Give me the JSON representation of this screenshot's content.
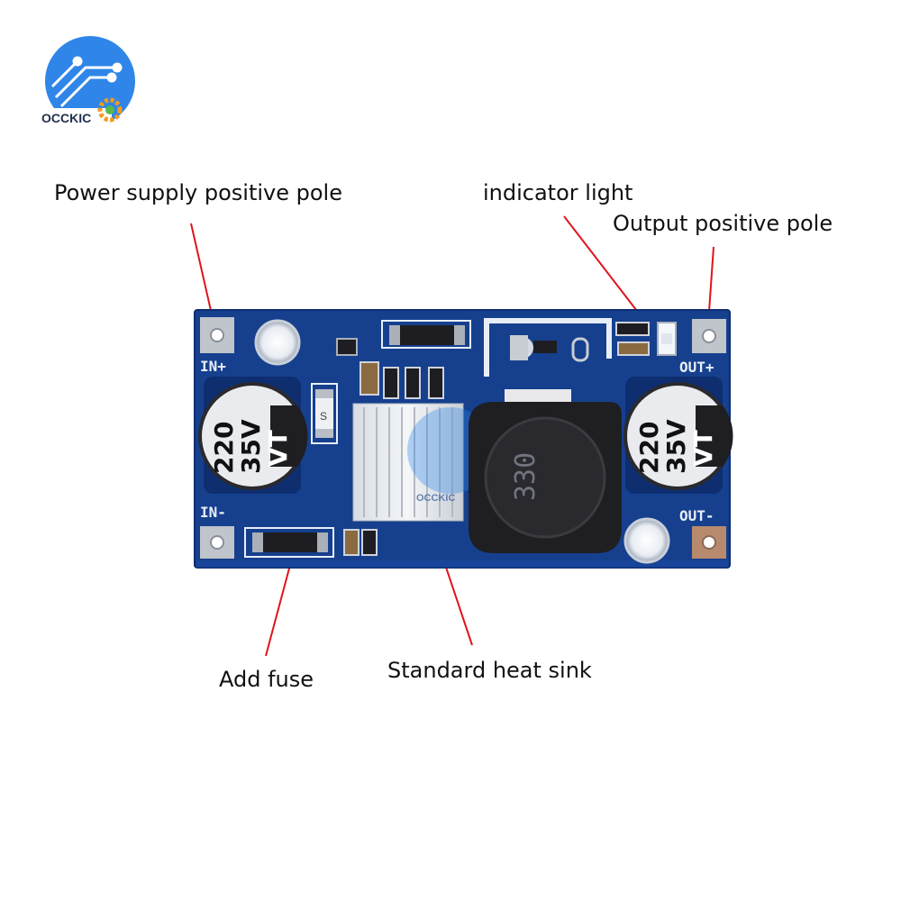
{
  "logo": {
    "brand_text": "OCCKIC",
    "colors": {
      "circle": "#2F86E8",
      "gear_orange": "#F39A1E",
      "gear_green": "#58B947",
      "text": "#1F2F4A"
    }
  },
  "annotations": {
    "power_positive": "Power supply positive pole",
    "indicator_light": "indicator light",
    "output_positive": "Output positive pole",
    "add_fuse": "Add fuse",
    "heat_sink": "Standard heat sink"
  },
  "board": {
    "pad_labels": {
      "in_plus": "IN+",
      "in_minus": "IN-",
      "out_plus": "OUT+",
      "out_minus": "OUT-"
    },
    "capacitor_left": [
      "220",
      "35V",
      "VT"
    ],
    "capacitor_right": [
      "220",
      "35V",
      "VT"
    ],
    "inductor_marking": "330",
    "fuse_marking": "S",
    "colors": {
      "pcb": "#16408E",
      "pcb_dark": "#0E2E70",
      "silk": "#E8EEF8",
      "arrow": "#E0141B"
    }
  }
}
